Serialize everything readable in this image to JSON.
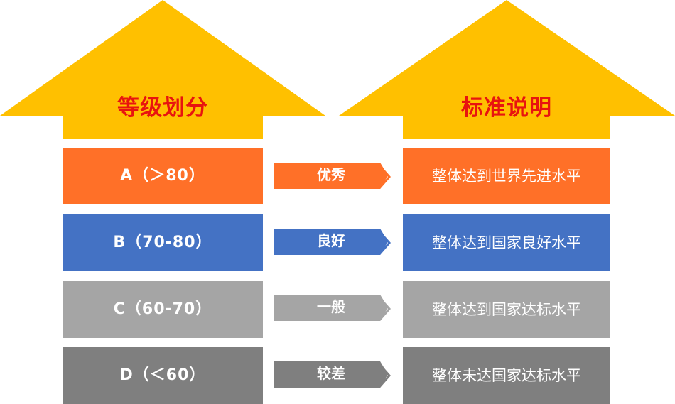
{
  "headers": {
    "left": "等级划分",
    "right": "标准说明"
  },
  "colors": {
    "arrow": "#ffc000",
    "header_text": "#e8140f",
    "row_a": "#ff7028",
    "row_b": "#4472c4",
    "row_c": "#a5a5a5",
    "row_d": "#7f7f7f"
  },
  "rows": [
    {
      "grade": "A（＞80）",
      "level": "优秀",
      "description": "整体达到世界先进水平",
      "color": "#ff7028"
    },
    {
      "grade": "B（70-80）",
      "level": "良好",
      "description": "整体达到国家良好水平",
      "color": "#4472c4"
    },
    {
      "grade": "C（60-70）",
      "level": "一般",
      "description": "整体达到国家达标水平",
      "color": "#a5a5a5"
    },
    {
      "grade": "D（＜60）",
      "level": "较差",
      "description": "整体未达国家达标水平",
      "color": "#7f7f7f"
    }
  ]
}
